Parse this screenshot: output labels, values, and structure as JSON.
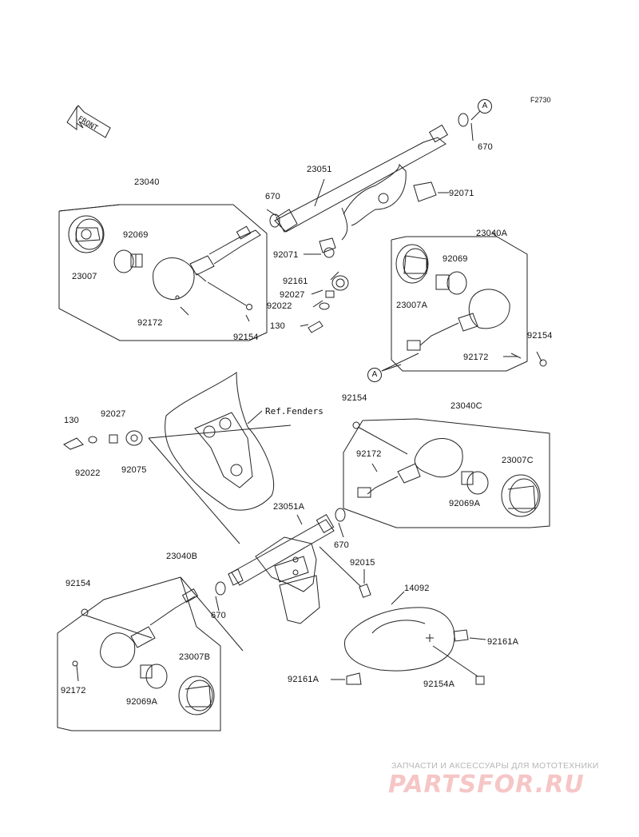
{
  "figure_code": "F2730",
  "front_label": "FRONT",
  "callout_a": "A",
  "ref_note": "Ref.Fenders",
  "labels": {
    "p23040": "23040",
    "p23051": "23051",
    "p670_top": "670",
    "p670_mid": "670",
    "p670_center": "670",
    "p670_lower": "670",
    "p92069": "92069",
    "p23007": "23007",
    "p92172": "92172",
    "p92154": "92154",
    "p92071_right": "92071",
    "p92071_left": "92071",
    "p92161": "92161",
    "p92027": "92027",
    "p92022": "92022",
    "p130": "130",
    "p23040A": "23040A",
    "p92069_a": "92069",
    "p23007A": "23007A",
    "p92154_a": "92154",
    "p92172_a": "92172",
    "p92154_c": "92154",
    "p23040C": "23040C",
    "p130_b": "130",
    "p92027_b": "92027",
    "p92022_b": "92022",
    "p92075": "92075",
    "p92172_c": "92172",
    "p23007C": "23007C",
    "p92069A_c": "92069A",
    "p23051A": "23051A",
    "p92015": "92015",
    "p14092": "14092",
    "p23040B": "23040B",
    "p92154_b": "92154",
    "p23007B": "23007B",
    "p92172_b": "92172",
    "p92069A_b": "92069A",
    "p92161A_r": "92161A",
    "p92161A_l": "92161A",
    "p92154A": "92154A"
  },
  "watermark": {
    "tagline": "ЗАПЧАСТИ И АКСЕССУАРЫ ДЛЯ МОТОТЕХНИКИ",
    "logo": "PARTSFOR.RU"
  }
}
